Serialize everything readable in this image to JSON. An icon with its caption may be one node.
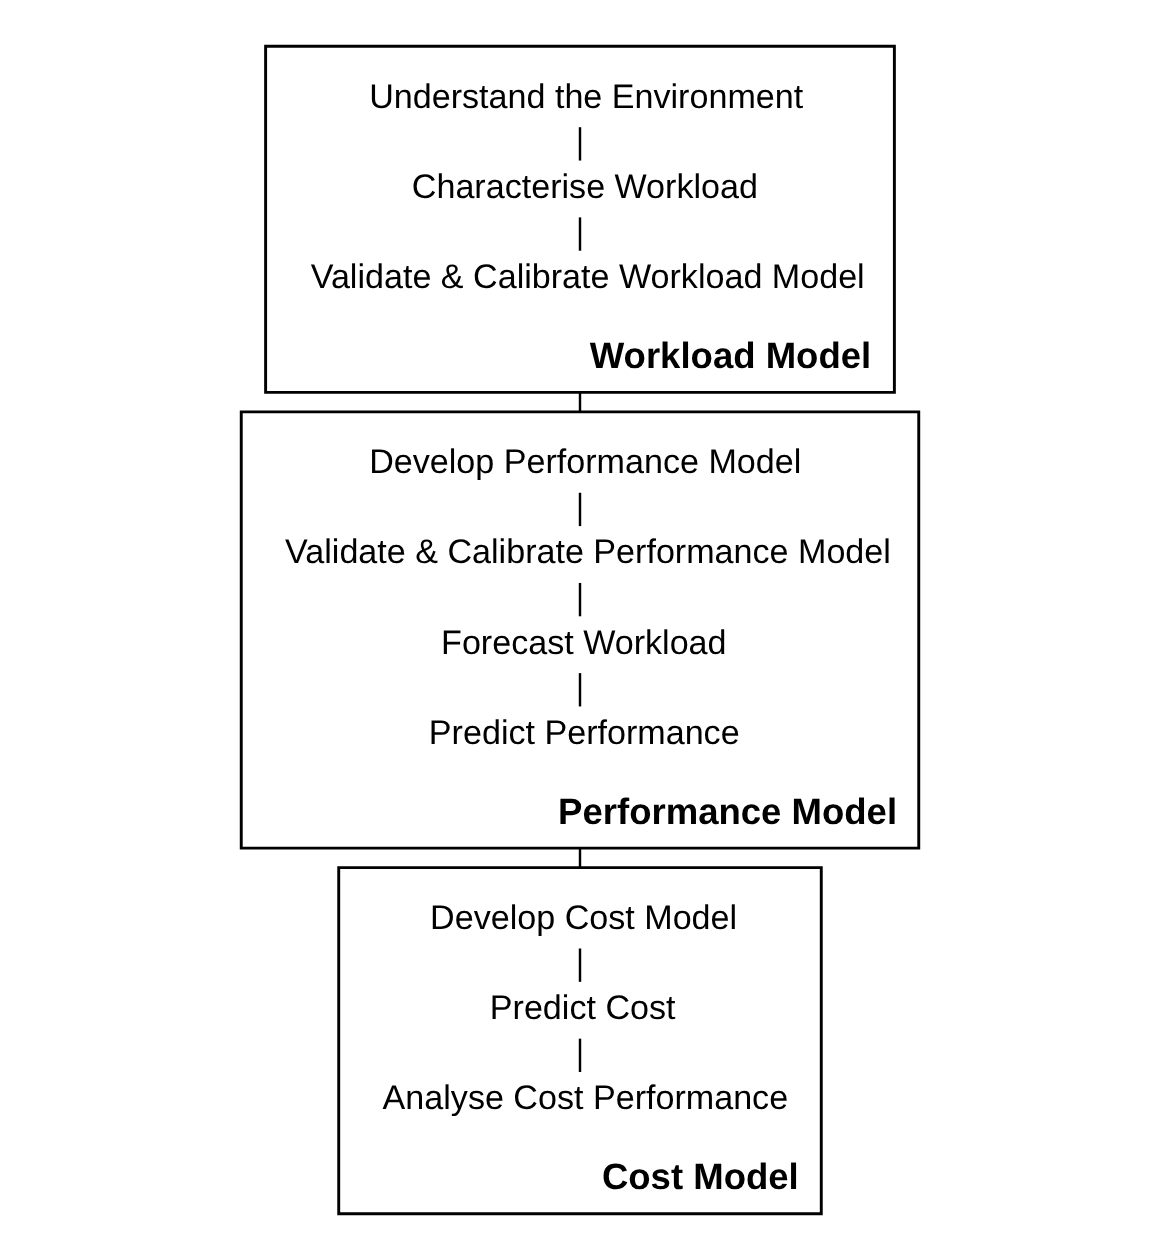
{
  "diagram": {
    "nodes": [
      {
        "text": [
          "Workload Model"
        ]
      },
      {
        "text": [
          "Understand the Environment"
        ],
        "in": 0
      },
      {
        "text": [
          "Characterise Workload"
        ],
        "in": 0
      },
      {
        "text": [
          "Validate & Calibrate Workload Model"
        ],
        "in": 0
      },
      {
        "text": [
          "Performance Model"
        ]
      },
      {
        "text": [
          "Develop Performance Model"
        ],
        "in": 4
      },
      {
        "text": [
          "Validate & Calibrate Performance Model"
        ],
        "in": 4
      },
      {
        "text": [
          "Forecast Workload"
        ],
        "in": 4
      },
      {
        "text": [
          "Predict Performance"
        ],
        "in": 4
      },
      {
        "text": [
          "Cost Model"
        ]
      },
      {
        "text": [
          "Develop Cost Model"
        ],
        "in": 9
      },
      {
        "text": [
          "Predict Cost"
        ],
        "in": 9
      },
      {
        "text": [
          "Analyse Cost Performance"
        ],
        "in": 9
      }
    ],
    "edges": [
      {
        "from": 1,
        "to": 2,
        "arrow": "none"
      },
      {
        "from": 2,
        "to": 3,
        "arrow": "none"
      },
      {
        "from": 0,
        "to": 4,
        "arrow": "none"
      },
      {
        "from": 5,
        "to": 6,
        "arrow": "none"
      },
      {
        "from": 6,
        "to": 7,
        "arrow": "none"
      },
      {
        "from": 7,
        "to": 8,
        "arrow": "none"
      },
      {
        "from": 4,
        "to": 9,
        "arrow": "none"
      },
      {
        "from": 10,
        "to": 11,
        "arrow": "none"
      },
      {
        "from": 11,
        "to": 12,
        "arrow": "none"
      }
    ]
  }
}
